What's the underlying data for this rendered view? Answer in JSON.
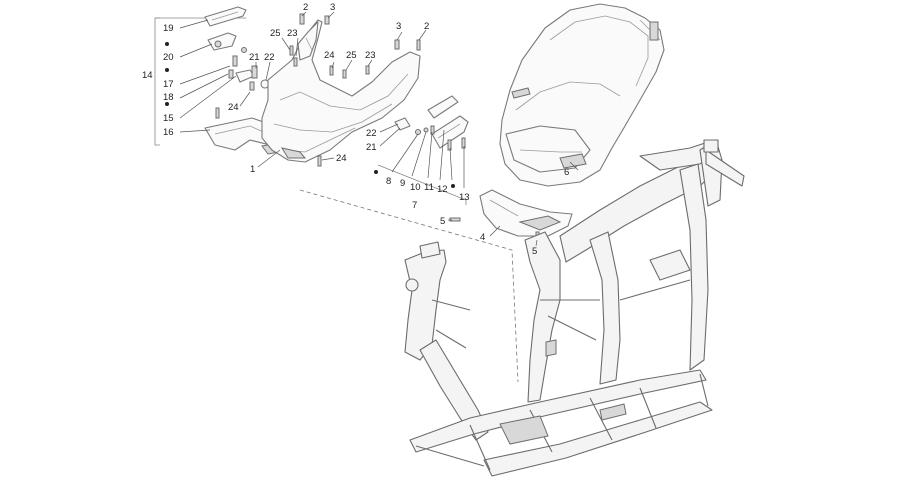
{
  "callouts": [
    {
      "id": "c19",
      "label": "19"
    },
    {
      "id": "c20",
      "label": "20"
    },
    {
      "id": "c14",
      "label": "14"
    },
    {
      "id": "c17",
      "label": "17"
    },
    {
      "id": "c18",
      "label": "18"
    },
    {
      "id": "c15",
      "label": "15"
    },
    {
      "id": "c16",
      "label": "16"
    },
    {
      "id": "c21a",
      "label": "21"
    },
    {
      "id": "c22a",
      "label": "22"
    },
    {
      "id": "c24a",
      "label": "24"
    },
    {
      "id": "c25a",
      "label": "25"
    },
    {
      "id": "c23a",
      "label": "23"
    },
    {
      "id": "c2a",
      "label": "2"
    },
    {
      "id": "c3a",
      "label": "3"
    },
    {
      "id": "c24b",
      "label": "24"
    },
    {
      "id": "c25b",
      "label": "25"
    },
    {
      "id": "c23b",
      "label": "23"
    },
    {
      "id": "c3b",
      "label": "3"
    },
    {
      "id": "c2b",
      "label": "2"
    },
    {
      "id": "c22b",
      "label": "22"
    },
    {
      "id": "c21b",
      "label": "21"
    },
    {
      "id": "c1",
      "label": "1"
    },
    {
      "id": "c24c",
      "label": "24"
    },
    {
      "id": "c8",
      "label": "8"
    },
    {
      "id": "c9",
      "label": "9"
    },
    {
      "id": "c10",
      "label": "10"
    },
    {
      "id": "c11",
      "label": "11"
    },
    {
      "id": "c12",
      "label": "12"
    },
    {
      "id": "c13",
      "label": "13"
    },
    {
      "id": "c7",
      "label": "7"
    },
    {
      "id": "c6",
      "label": "6"
    },
    {
      "id": "c5a",
      "label": "5"
    },
    {
      "id": "c4",
      "label": "4"
    },
    {
      "id": "c5b",
      "label": "5"
    }
  ]
}
